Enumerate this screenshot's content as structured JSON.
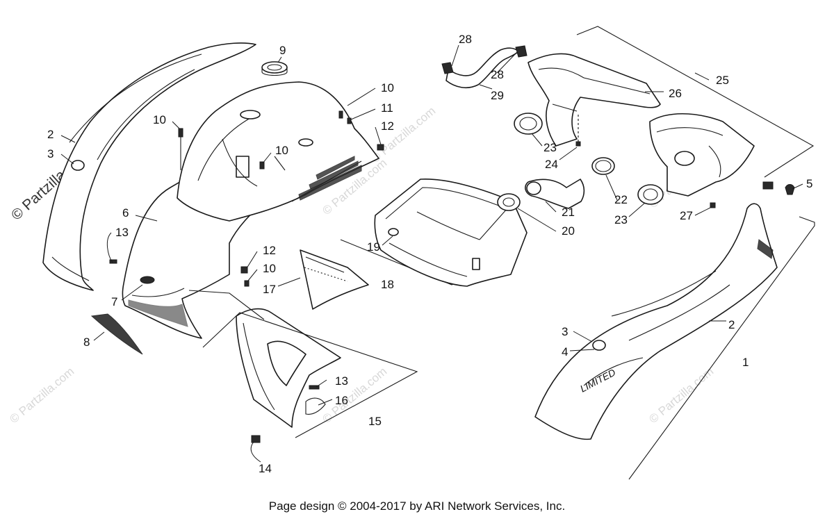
{
  "watermarks": {
    "main": "© Partzilla.com",
    "repeat": "© Partzilla.com"
  },
  "callouts": [
    "28",
    "28",
    "29",
    "26",
    "25",
    "9",
    "10",
    "11",
    "12",
    "10",
    "10",
    "2",
    "3",
    "6",
    "13",
    "12",
    "10",
    "17",
    "7",
    "8",
    "19",
    "18",
    "21",
    "20",
    "22",
    "23",
    "23",
    "24",
    "27",
    "5",
    "3",
    "2",
    "4",
    "1",
    "13",
    "16",
    "15",
    "14"
  ],
  "footer": "Page design © 2004-2017 by ARI Network Services, Inc.",
  "decal_text": "LIMITED",
  "colors": {
    "line": "#1a1a1a",
    "watermark": "#d8d8d8",
    "background": "#ffffff"
  }
}
